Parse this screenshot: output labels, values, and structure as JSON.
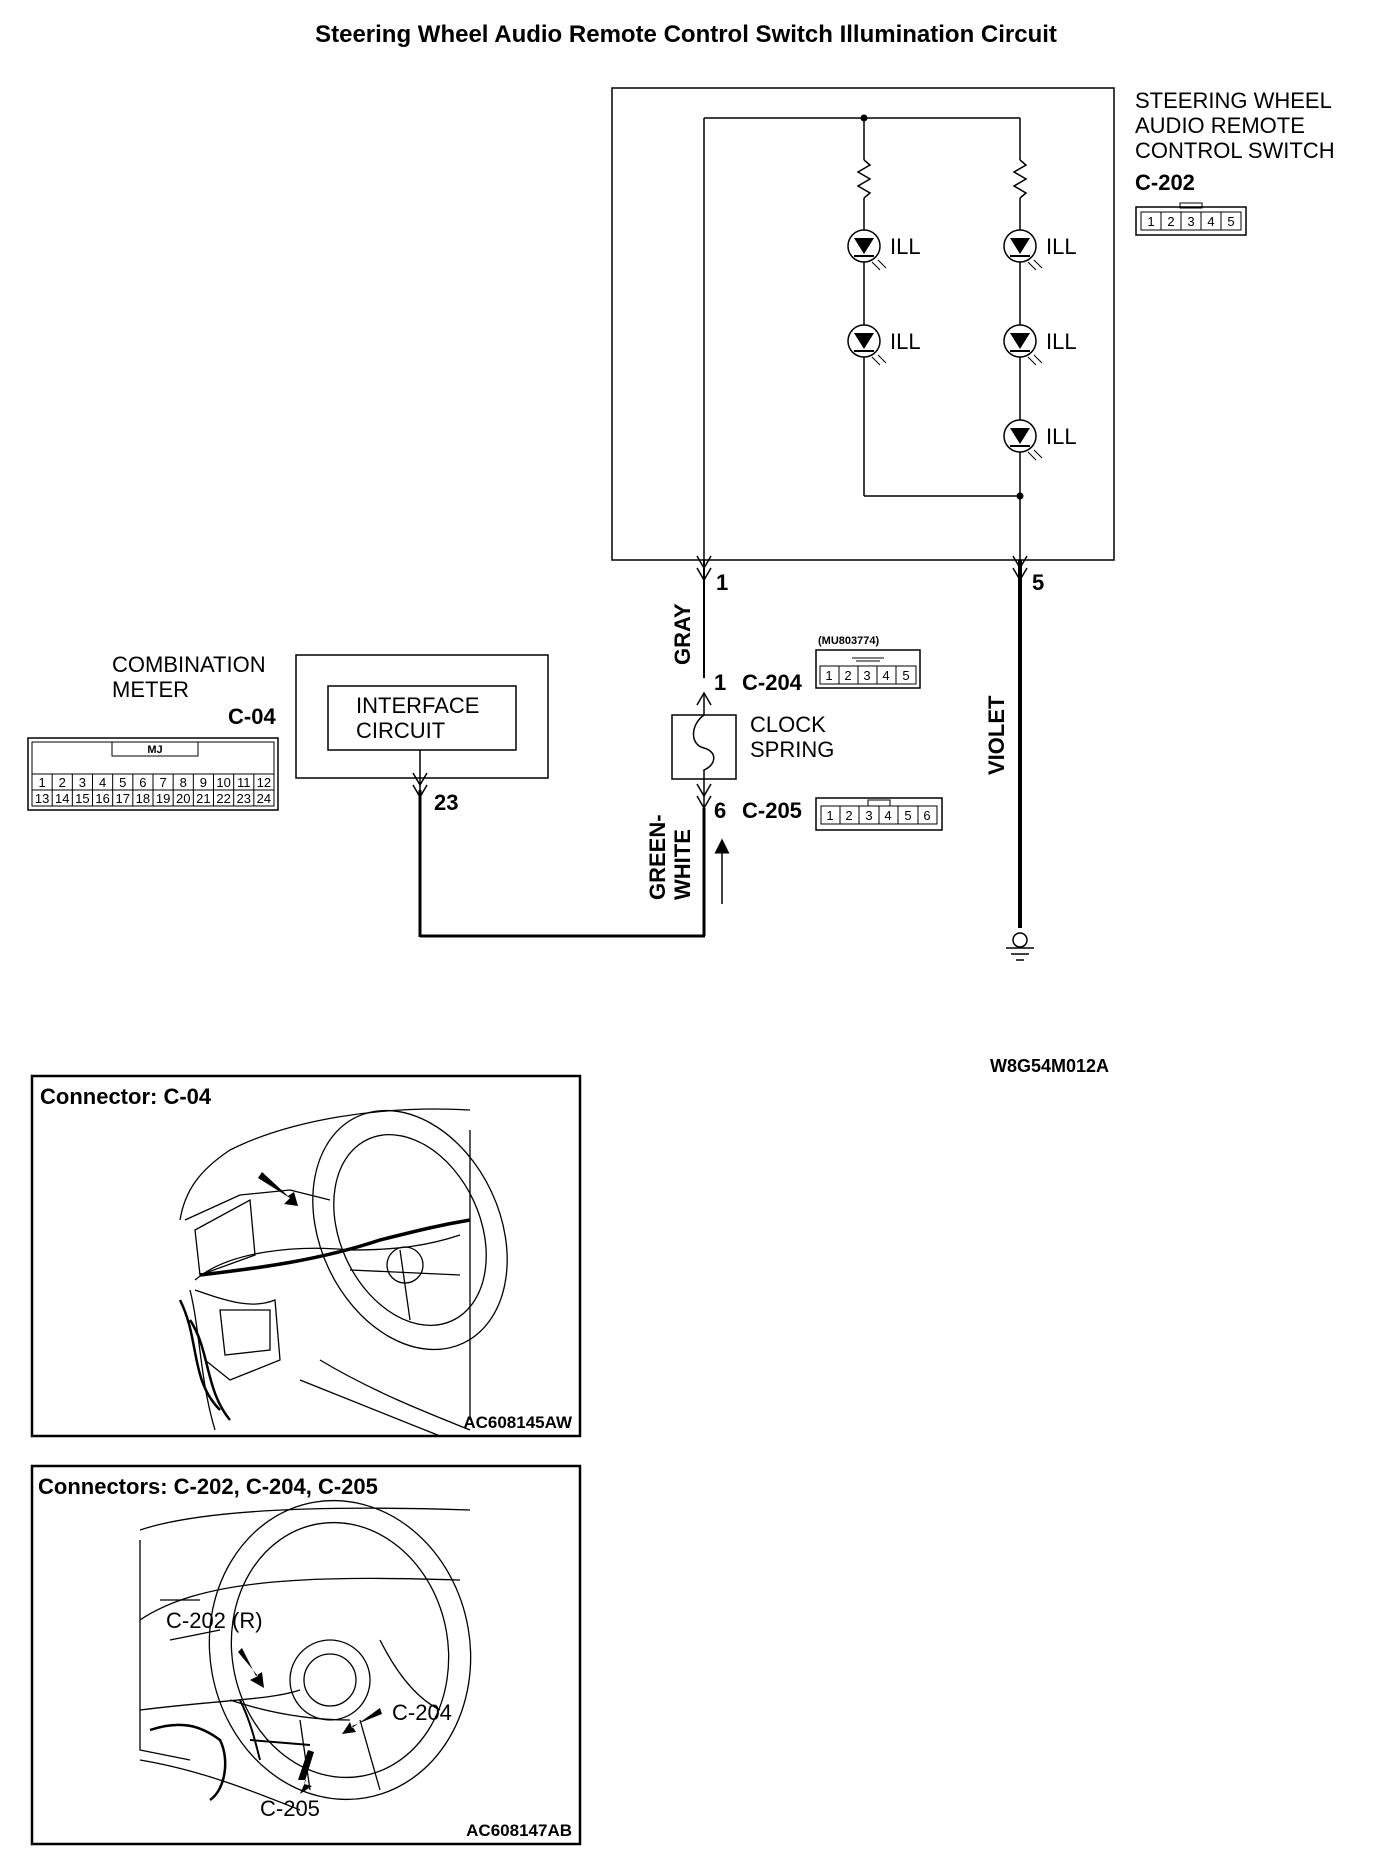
{
  "title": "Steering Wheel Audio Remote Control Switch Illumination Circuit",
  "steering_switch": {
    "name_lines": [
      "STEERING WHEEL",
      "AUDIO REMOTE",
      "CONTROL SWITCH"
    ],
    "connector": "C-202",
    "pins": [
      "1",
      "2",
      "3",
      "4",
      "5"
    ],
    "led_label": "ILL",
    "terminal_left": "1",
    "terminal_right": "5"
  },
  "wires": {
    "gray": "GRAY",
    "violet": "VIOLET",
    "green_white_1": "GREEN-",
    "green_white_2": "WHITE"
  },
  "clock_spring": {
    "name_lines": [
      "CLOCK",
      "SPRING"
    ],
    "top_pin": "1",
    "top_connector": "C-204",
    "top_part_no": "(MU803774)",
    "top_pins": [
      "1",
      "2",
      "3",
      "4",
      "5"
    ],
    "bottom_pin": "6",
    "bottom_connector": "C-205",
    "bottom_pins": [
      "1",
      "2",
      "3",
      "4",
      "5",
      "6"
    ]
  },
  "combination_meter": {
    "name_lines": [
      "COMBINATION",
      "METER"
    ],
    "connector": "C-04",
    "connector_mark": "MJ",
    "interface_lines": [
      "INTERFACE",
      "CIRCUIT"
    ],
    "terminal": "23",
    "pins_row1": [
      "1",
      "2",
      "3",
      "4",
      "5",
      "6",
      "7",
      "8",
      "9",
      "10",
      "11",
      "12"
    ],
    "pins_row2": [
      "13",
      "14",
      "15",
      "16",
      "17",
      "18",
      "19",
      "20",
      "21",
      "22",
      "23",
      "24"
    ]
  },
  "diagram_code": "W8G54M012A",
  "location_panels": [
    {
      "heading": "Connector: C-04",
      "code": "AC608145AW",
      "callouts": []
    },
    {
      "heading": "Connectors: C-202, C-204, C-205",
      "code": "AC608147AB",
      "callouts": [
        "C-202 (R)",
        "C-204",
        "C-205"
      ]
    }
  ]
}
